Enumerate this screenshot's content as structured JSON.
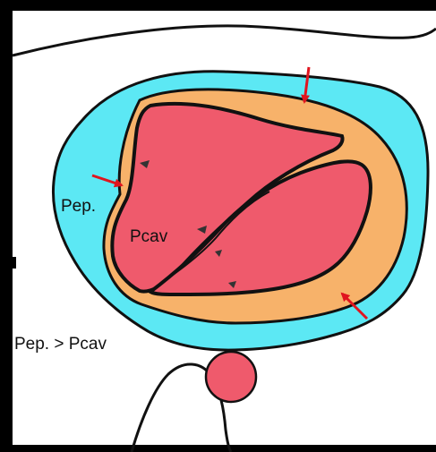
{
  "labels": {
    "epicardial_pressure": "Pep.",
    "cavity_pressure": "Pcav",
    "comparison": "Pep. > Pcav"
  },
  "colors": {
    "background": "#000000",
    "panel": "#ffffff",
    "pericardial_fluid": "#5ce8f4",
    "myocardium": "#f7b26a",
    "cavity": "#ef5a6c",
    "outline": "#111111",
    "arrow": "#e0151f"
  }
}
